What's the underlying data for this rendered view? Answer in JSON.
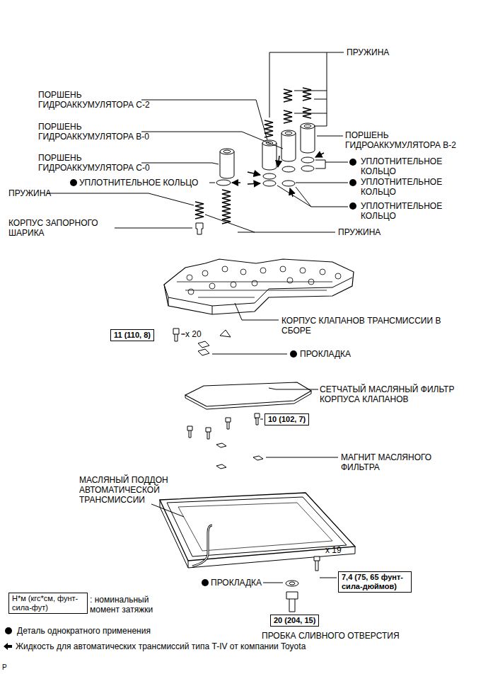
{
  "diagram": {
    "nodes": [
      {
        "text": [
          "11 (110, 8)"
        ]
      },
      {
        "text": [
          "10 (102, 7)"
        ]
      },
      {
        "text": [
          "7,4 (75, 65 фунт-сила-дюймов)"
        ]
      },
      {
        "text": [
          "20 (204, 15)"
        ]
      },
      {
        "text": [
          "Н*м (кгс*см, фунт-сила-фут)"
        ]
      }
    ],
    "labels": [
      "ПРУЖИНА",
      "ПОРШЕНЬ ГИДРОАККУМУЛЯТОРА C-2",
      "ПОРШЕНЬ ГИДРОАККУМУЛЯТОРА B-0",
      "ПОРШЕНЬ ГИДРОАККУМУЛЯТОРА B-2",
      "УПЛОТНИТЕЛЬНОЕ КОЛЬЦО",
      "ПОРШЕНЬ ГИДРОАККУМУЛЯТОРА C-0",
      "УПЛОТНИТЕЛЬНОЕ КОЛЬЦО",
      "УПЛОТНИТЕЛЬНОЕ КОЛЬЦО",
      "ПРУЖИНА",
      "УПЛОТНИТЕЛЬНОЕ КОЛЬЦО",
      "КОРПУС ЗАПОРНОГО ШАРИКА",
      "ПРУЖИНА",
      "КОРПУС КЛАПАНОВ ТРАНСМИССИИ В СБОРЕ",
      "x 20",
      "ПРОКЛАДКА",
      "СЕТЧАТЫЙ МАСЛЯНЫЙ ФИЛЬТР КОРПУСА КЛАПАНОВ",
      "МАГНИТ МАСЛЯНОГО ФИЛЬТРА",
      "МАСЛЯНЫЙ ПОДДОН АВТОМАТИЧЕСКОЙ ТРАНСМИССИИ",
      "x 19",
      "ПРОКЛАДКА",
      ": номинальный момент затяжки",
      "ПРОБКА СЛИВНОГО ОТВЕРСТИЯ",
      "P"
    ],
    "legend": [
      {
        "text": "Деталь однократного применения"
      },
      {
        "text": "Жидкость для автоматических трансмиссий типа T-IV от компании Toyota"
      }
    ]
  }
}
